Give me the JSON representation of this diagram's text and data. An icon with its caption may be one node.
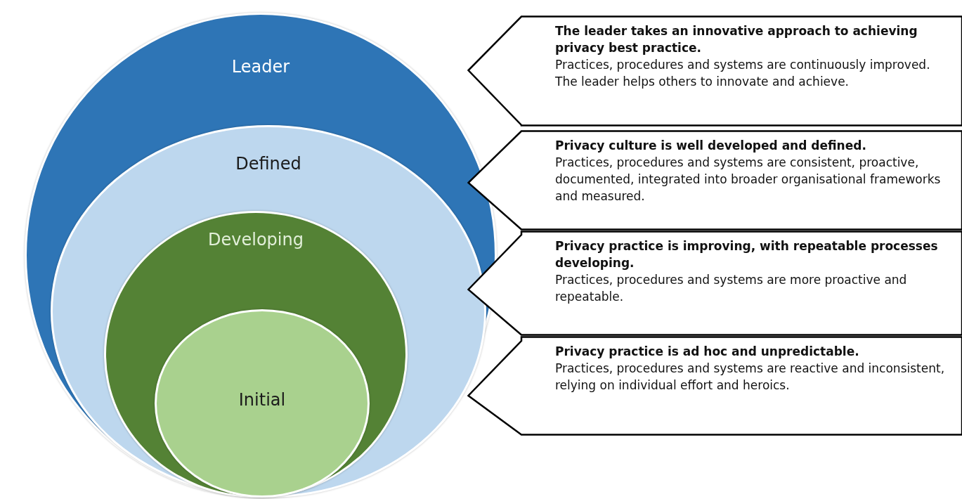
{
  "diagram": {
    "nodes": [
      {
        "text": [
          "Leader"
        ]
      },
      {
        "text": [
          "Defined"
        ],
        "in": 0
      },
      {
        "text": [
          "Developing"
        ],
        "in": 1
      },
      {
        "text": [
          "Initial"
        ],
        "in": 2
      },
      {
        "text": [
          "The leader takes an innovative approach to achieving privacy best practice.",
          "Practices, procedures and systems are continuously improved. The leader helps others to innovate and achieve."
        ]
      },
      {
        "text": [
          "Privacy culture is well developed and defined.",
          "Practices, procedures and systems are consistent, proactive, documented, integrated into broader organisational frameworks and measured."
        ]
      },
      {
        "text": [
          "Privacy practice is improving, with repeatable processes developing.",
          "Practices, procedures and systems are more proactive and repeatable."
        ]
      },
      {
        "text": [
          "Privacy practice is ad hoc and unpredictable.",
          "Practices, procedures and systems are reactive and inconsistent, relying on individual effort and heroics."
        ]
      }
    ]
  }
}
